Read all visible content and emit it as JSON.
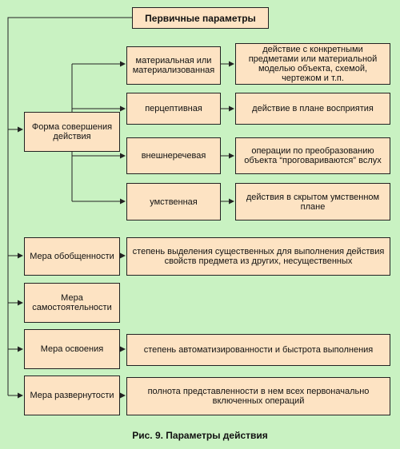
{
  "diagram": {
    "root": "Первичные параметры",
    "form": {
      "label": "Форма совершения действия",
      "kinds": [
        {
          "name": "материальная или материализованная",
          "desc": "действие с конкретными предметами или материальной моделью объекта, схемой, чертежом и т.п."
        },
        {
          "name": "перцептивная",
          "desc": "действие в плане восприятия"
        },
        {
          "name": "внешнеречевая",
          "desc": "операции по преобразованию объекта “проговариваются” вслух"
        },
        {
          "name": "умственная",
          "desc": "действия в скрытом умственном плане"
        }
      ]
    },
    "measures": [
      {
        "name": "Мера обобщенности",
        "desc": "степень выделения существенных для выполнения действия свойств предмета из других, несущественных"
      },
      {
        "name": "Мера самостоятельности",
        "desc": ""
      },
      {
        "name": "Мера освоения",
        "desc": "степень автоматизированности и быстрота выполнения"
      },
      {
        "name": "Мера развернутости",
        "desc": "полнота представленности в нем всех первоначально включенных операций"
      }
    ]
  },
  "caption": "Рис. 9. Параметры действия",
  "colors": {
    "background": "#c9f2c2",
    "box": "#fde3c3",
    "line": "#222222"
  }
}
